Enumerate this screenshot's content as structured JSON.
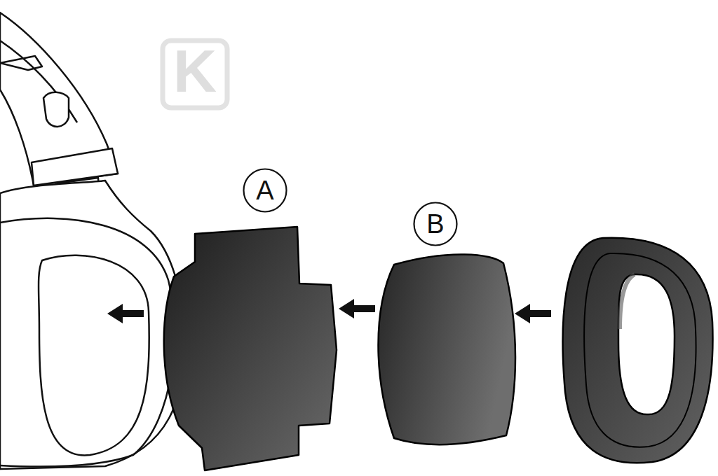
{
  "diagram": {
    "nodes": [
      {
        "text": [
          "A"
        ]
      },
      {
        "text": [
          "B"
        ]
      }
    ],
    "labels": [
      "K"
    ]
  }
}
